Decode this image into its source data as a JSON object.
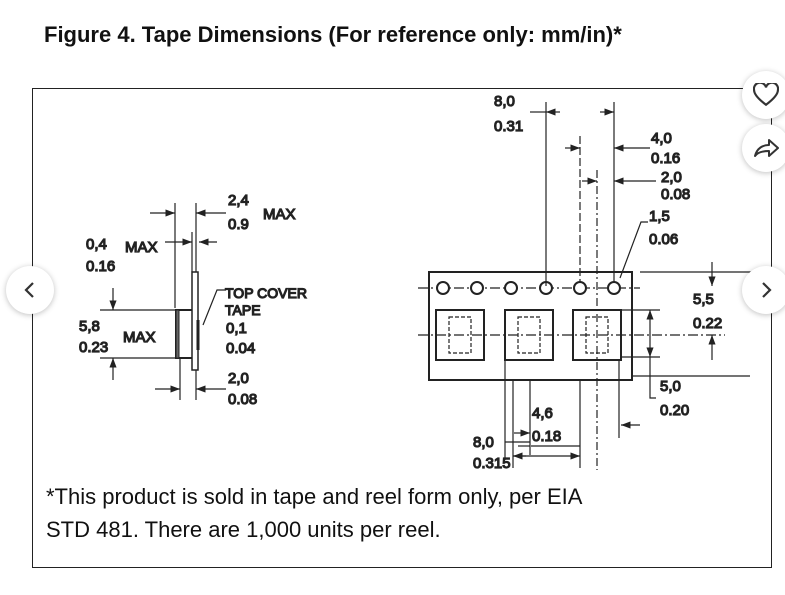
{
  "figure": {
    "title": "Figure 4. Tape Dimensions (For reference only: mm/in)*",
    "footnote_line1": "*This product is sold in tape and reel form only, per EIA",
    "footnote_line2": "STD 481. There are 1,000 units per reel.",
    "left_labels": {
      "d1_mm": "2,4",
      "d1_in": "0.9",
      "d1_max": "MAX",
      "d2_mm": "0,4",
      "d2_in": "0.16",
      "d2_max": "MAX",
      "d3_mm": "5,8",
      "d3_in": "0.23",
      "d3_max": "MAX",
      "cover1": "TOP COVER",
      "cover2": "TAPE",
      "cover_mm": "0,1",
      "cover_in": "0.04",
      "d4_mm": "2,0",
      "d4_in": "0.08"
    },
    "right_labels": {
      "p1_mm": "8,0",
      "p1_in": "0.31",
      "p2_mm": "4,0",
      "p2_in": "0.16",
      "p3_mm": "2,0",
      "p3_in": "0.08",
      "p4_mm": "1,5",
      "p4_in": "0.06",
      "p5_mm": "5,5",
      "p5_in": "0.22",
      "p6_mm": "5,0",
      "p6_in": "0.20",
      "p7_mm": "4,6",
      "p7_in": "0.18",
      "p8_mm": "8,0",
      "p8_in": "0.315"
    }
  },
  "viewer": {
    "like_icon": "heart-icon",
    "share_icon": "share-icon",
    "prev_icon": "chevron-left-icon",
    "next_icon": "chevron-right-icon"
  }
}
